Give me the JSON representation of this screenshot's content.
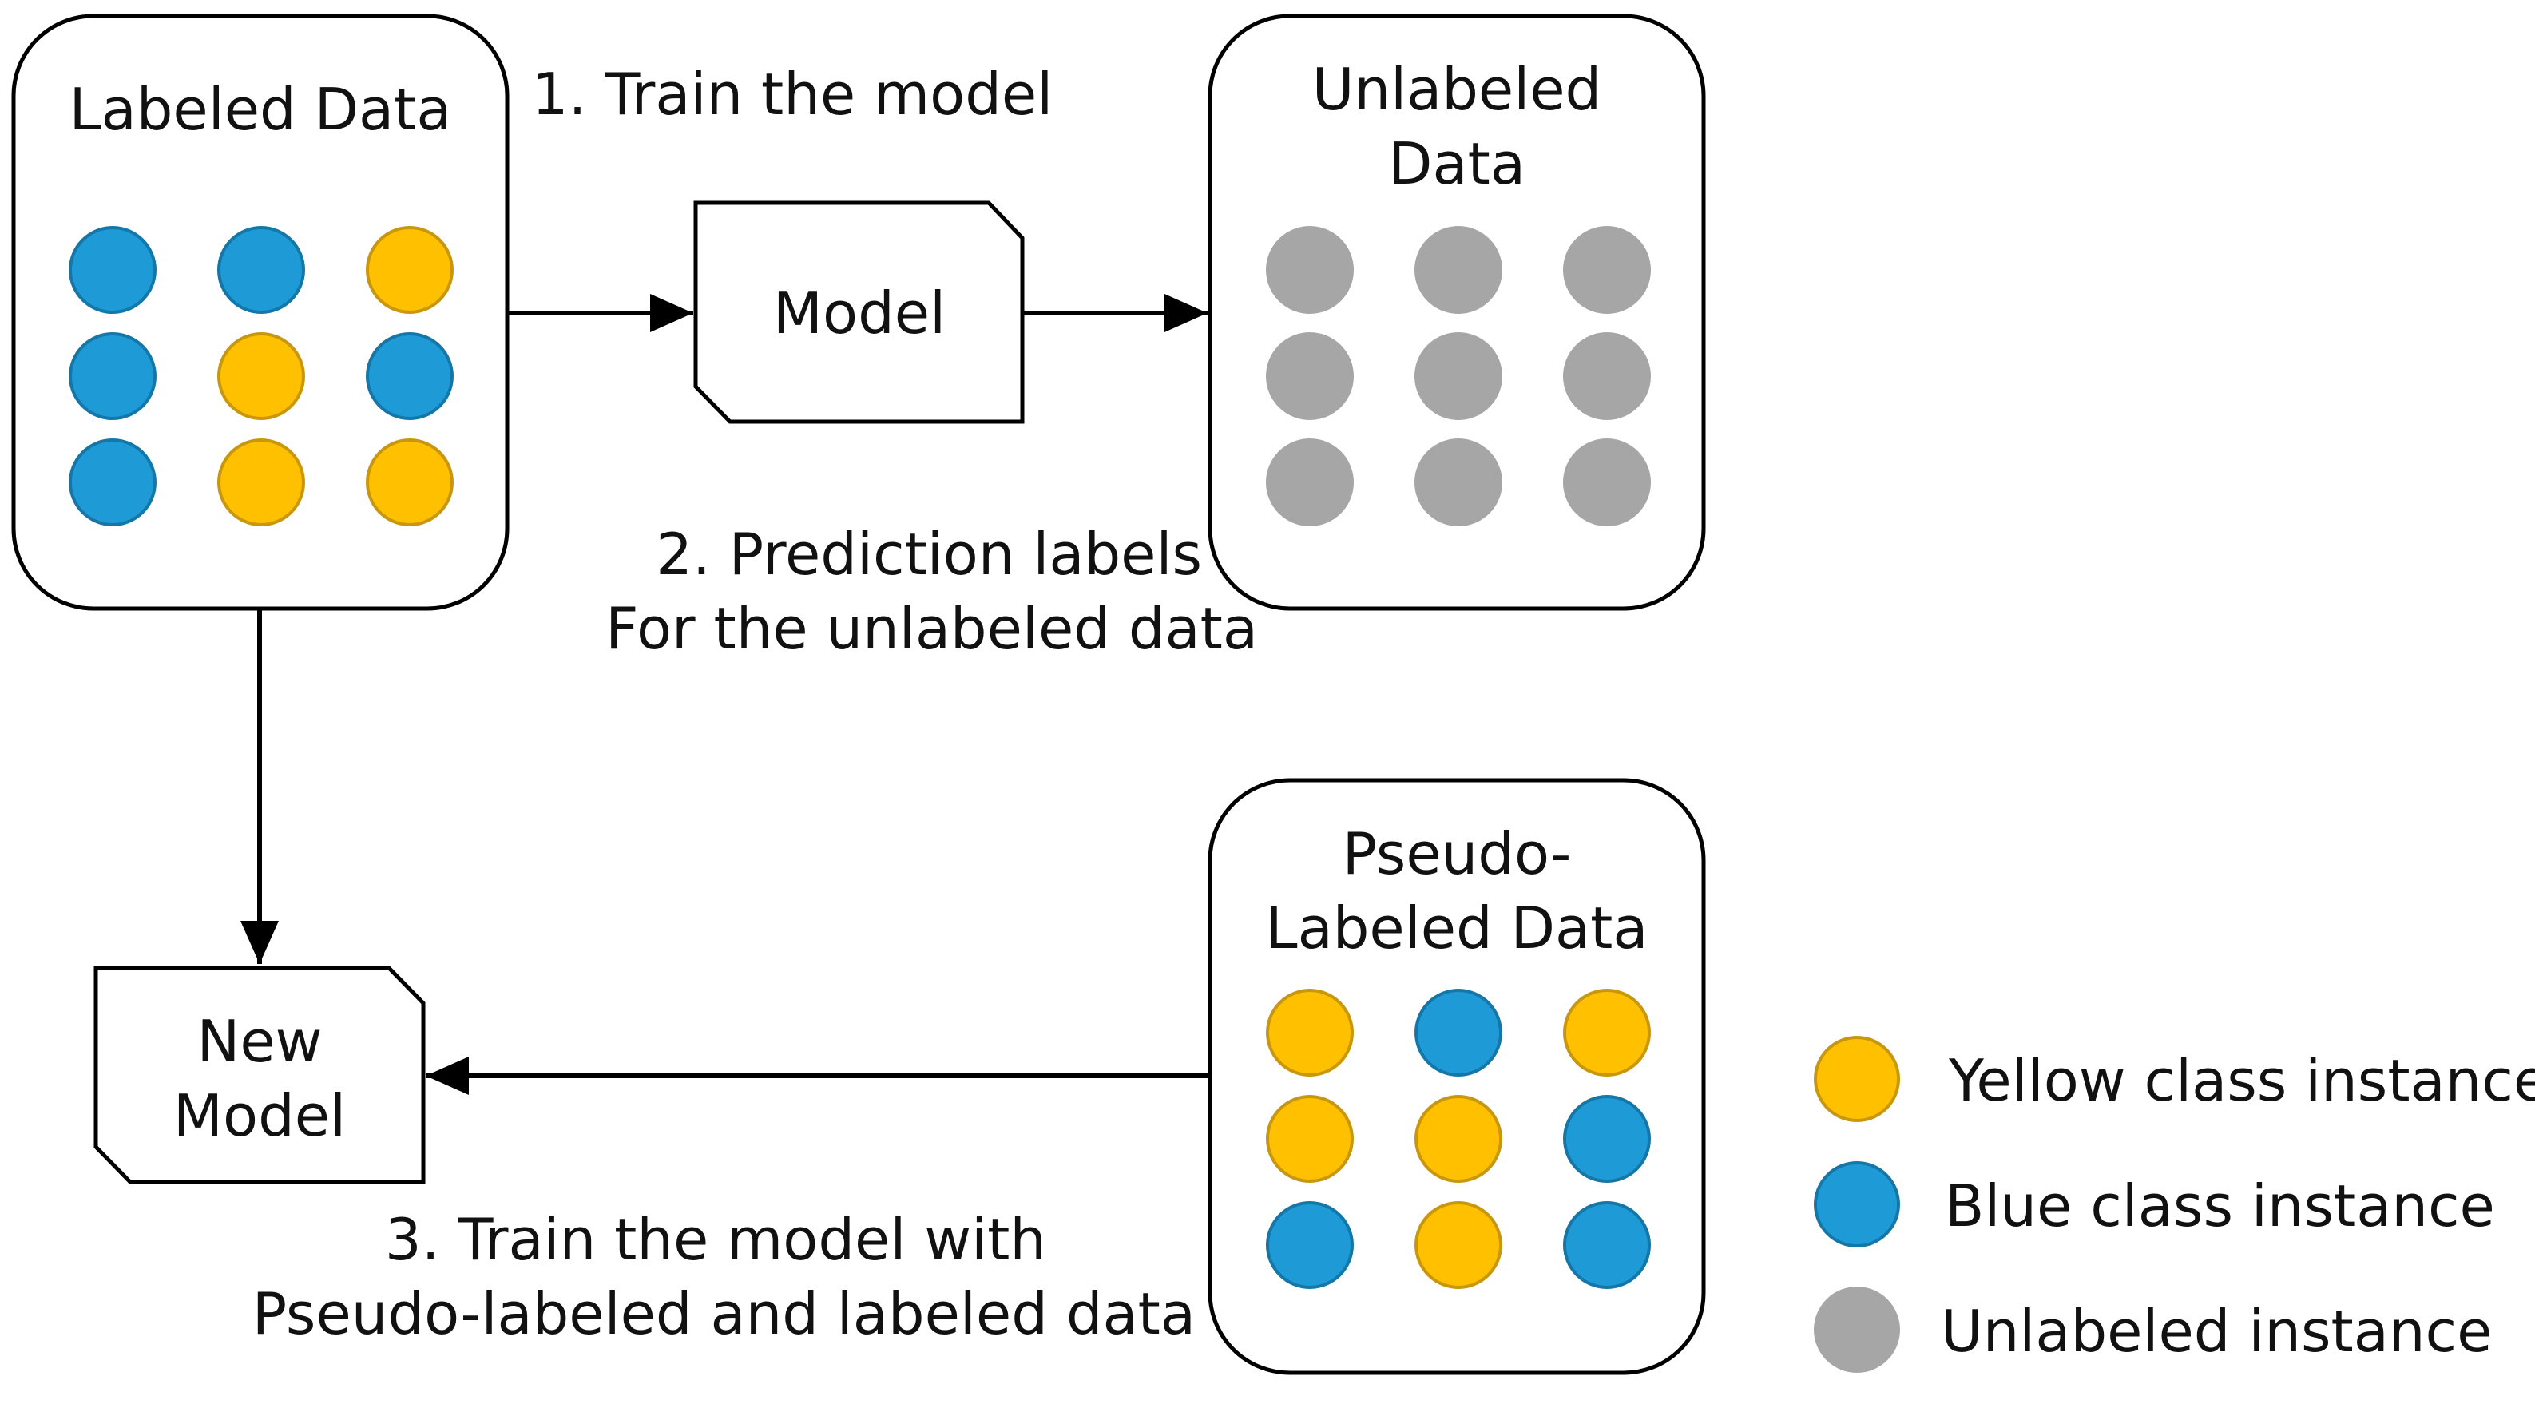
{
  "colors": {
    "yellow": "#FFC000",
    "yellow_stroke": "#C9970E",
    "blue": "#1E9BD7",
    "blue_stroke": "#1577A8",
    "gray": "#A6A6A6",
    "gray_stroke": "#A6A6A6"
  },
  "labeled_data": {
    "title": "Labeled Data",
    "grid": [
      [
        "blue",
        "blue",
        "yellow"
      ],
      [
        "blue",
        "yellow",
        "blue"
      ],
      [
        "blue",
        "yellow",
        "yellow"
      ]
    ]
  },
  "unlabeled_data": {
    "title_line1": "Unlabeled",
    "title_line2": "Data",
    "grid": [
      [
        "gray",
        "gray",
        "gray"
      ],
      [
        "gray",
        "gray",
        "gray"
      ],
      [
        "gray",
        "gray",
        "gray"
      ]
    ]
  },
  "pseudo_labeled_data": {
    "title_line1": "Pseudo-",
    "title_line2": "Labeled Data",
    "grid": [
      [
        "yellow",
        "blue",
        "yellow"
      ],
      [
        "yellow",
        "yellow",
        "blue"
      ],
      [
        "blue",
        "yellow",
        "blue"
      ]
    ]
  },
  "model": {
    "label": "Model"
  },
  "new_model": {
    "label_line1": "New",
    "label_line2": "Model"
  },
  "steps": {
    "step1": "1. Train the model",
    "step2_line1": "2. Prediction labels",
    "step2_line2": "For the unlabeled data",
    "step3_line1": "3. Train the model with",
    "step3_line2": "Pseudo-labeled and labeled data"
  },
  "legend": [
    {
      "color": "yellow",
      "label": "Yellow class instance"
    },
    {
      "color": "blue",
      "label": "Blue class instance"
    },
    {
      "color": "gray",
      "label": "Unlabeled instance"
    }
  ]
}
